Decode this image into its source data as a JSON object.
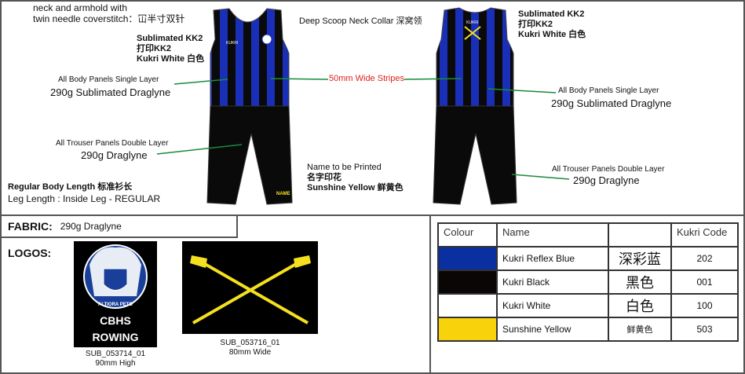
{
  "annotations": {
    "neck_line1": "neck and armhold with",
    "neck_line2": "twin needle coverstitch：冚半寸双针",
    "front_print": [
      "Sublimated KK2",
      "打印KK2",
      "Kukri White  白色"
    ],
    "back_print": [
      "Sublimated KK2",
      "打印KK2",
      "Kukri White  白色"
    ],
    "body_panels_small": "All Body Panels Single Layer",
    "body_panels_large": "290g Sublimated Draglyne",
    "trouser_panels_small": "All Trouser Panels Double Layer",
    "trouser_panels_large": "290g Draglyne",
    "collar": "Deep Scoop Neck Collar   深窝领",
    "stripes": "50mm Wide Stripes",
    "name_print": [
      "Name to be Printed",
      "名字印花",
      "Sunshine Yellow    鲜黄色"
    ],
    "body_length": "Regular Body Length  标准衫长",
    "leg_length": "Leg Length : Inside Leg - REGULAR",
    "garment_name_text": "NAME"
  },
  "fabric": {
    "label": "FABRIC:",
    "value": "290g Draglyne"
  },
  "logos": {
    "label": "LOGOS:",
    "items": [
      {
        "code": "SUB_053714_01",
        "size": "90mm High",
        "motto": "ALTIORA PETO",
        "text1": "CBHS",
        "text2": "ROWING"
      },
      {
        "code": "SUB_053716_01",
        "size": "80mm Wide"
      }
    ]
  },
  "colour_table": {
    "headers": [
      "Colour",
      "Name",
      "",
      "Kukri Code"
    ],
    "rows": [
      {
        "swatch": "#0a2fa0",
        "name": "Kukri Reflex Blue",
        "cn": "深彩蓝",
        "code": "202"
      },
      {
        "swatch": "#0a0606",
        "name": "Kukri Black",
        "cn": "黑色",
        "code": "001"
      },
      {
        "swatch": "#ffffff",
        "name": "Kukri White",
        "cn": "白色",
        "code": "100"
      },
      {
        "swatch": "#f8d20a",
        "name": "Sunshine Yellow",
        "cn": "鲜黄色",
        "code": "503"
      }
    ]
  },
  "colors": {
    "blue": "#1a2fb8",
    "black": "#0a0a0a",
    "yellow": "#f5e020",
    "green": "#1a8a3a",
    "red": "#e0201e"
  }
}
